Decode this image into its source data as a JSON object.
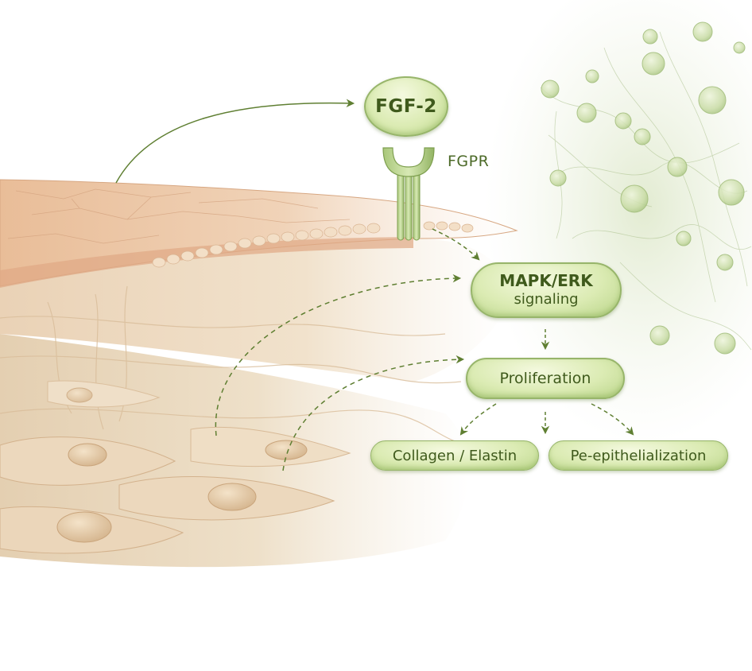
{
  "diagram": {
    "ligand": {
      "label": "FGF-2"
    },
    "receptor": {
      "label": "FGPR"
    },
    "nodes": {
      "signaling_line1": "MAPK/ERK",
      "signaling_line2": "signaling",
      "proliferation": "Proliferation",
      "outcome_left": "Collagen / Elastin",
      "outcome_right": "Pe-epithelialization"
    },
    "edges": [
      {
        "from": "skin",
        "to": "FGF-2",
        "style": "solid"
      },
      {
        "from": "FGPR",
        "to": "MAPK/ERK signaling",
        "style": "dashed"
      },
      {
        "from": "fibroblast",
        "to": "MAPK/ERK signaling",
        "style": "dashed"
      },
      {
        "from": "MAPK/ERK signaling",
        "to": "Proliferation",
        "style": "dashed"
      },
      {
        "from": "fibroblast",
        "to": "Proliferation",
        "style": "dashed"
      },
      {
        "from": "Proliferation",
        "to": "Collagen / Elastin",
        "style": "dashed"
      },
      {
        "from": "Proliferation",
        "to": "Pe-epithelialization",
        "style": "dashed"
      }
    ],
    "colors": {
      "node_fill": "#dbebb3",
      "node_border": "#97b56a",
      "text": "#3f5a1c",
      "arrow": "#5f7f32",
      "skin": "#e9c3a3",
      "cells": "#bdd39b"
    }
  }
}
